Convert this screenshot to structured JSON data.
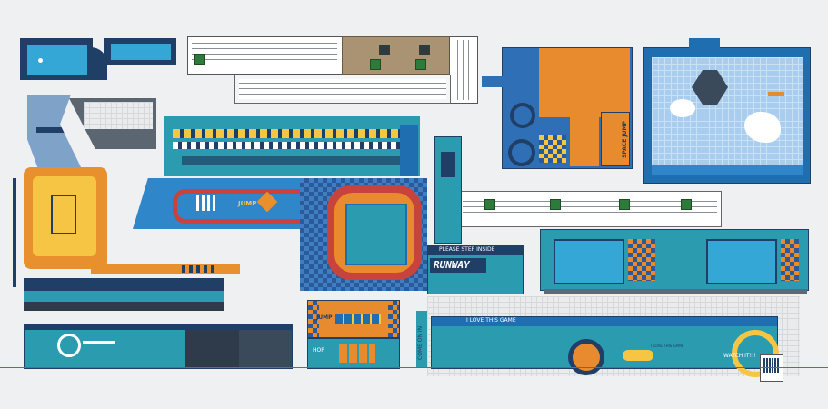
{
  "labels": {
    "runway_header": "PLEASE STEP INSIDE",
    "runway": "RUNWAY",
    "love_game": "I LOVE THIS GAME",
    "love_game_small": "I LOVE THIS GAME",
    "jump_track": "JUMP",
    "jump_hop": "JUMP",
    "space_jump": "SPACE JUMP",
    "come_on_in": "COME ON IN",
    "watch_it": "WATCH IT!!!",
    "hop": "HOP"
  },
  "colors": {
    "navy": "#1f3f66",
    "teal": "#2b9bb0",
    "blue": "#2f86c9",
    "orange": "#e88a2e",
    "yellow": "#f6c544",
    "sky": "#a9cdef",
    "green": "#2e7a3a"
  }
}
